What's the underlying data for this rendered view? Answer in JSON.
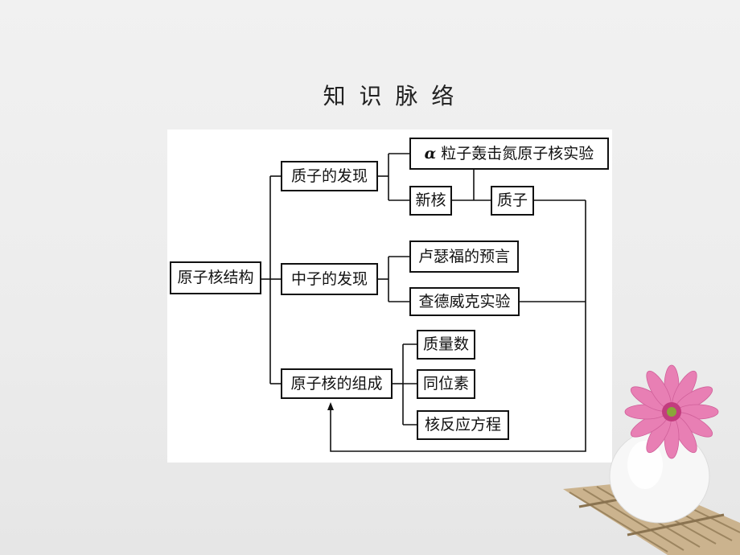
{
  "title": "知 识 脉 络",
  "nodes": {
    "root": "原子核结构",
    "proton_discovery": "质子的发现",
    "neutron_discovery": "中子的发现",
    "composition": "原子核的组成",
    "alpha_symbol": "α",
    "alpha_experiment": "粒子轰击氮原子核实验",
    "new_nucleus": "新核",
    "proton": "质子",
    "rutherford": "卢瑟福的预言",
    "chadwick": "查德威克实验",
    "mass_number": "质量数",
    "isotope": "同位素",
    "nuclear_equation": "核反应方程"
  }
}
